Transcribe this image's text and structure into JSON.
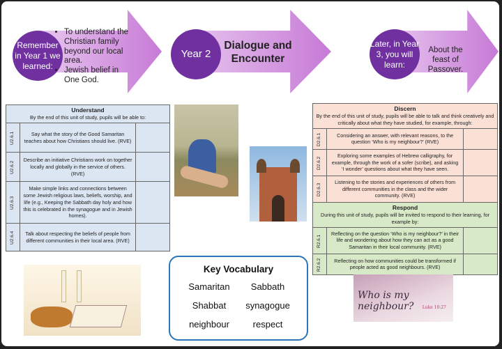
{
  "arrows": [
    {
      "circle": "Remember in Year 1 we learned:",
      "bullets": [
        "To understand the Christian family beyond our local area.",
        "Jewish belief in One God."
      ]
    },
    {
      "circle": "Year 2",
      "text": "Dialogue and Encounter"
    },
    {
      "circle": "Later, in Year 3, you will learn:",
      "text": "About the feast of Passover."
    }
  ],
  "understand": {
    "title": "Understand",
    "subtitle": "By the end of this unit of study, pupils will be able to:",
    "rows": [
      {
        "code": "U2.6.1",
        "text": "Say what the story of the Good Samaritan teaches about how Christians should live. (RVE)"
      },
      {
        "code": "U2.6.2",
        "text": "Describe an initiative Christians work on together locally and globally in the service of others. (RVE)"
      },
      {
        "code": "U2.6.3",
        "text": "Make simple links and connections between some Jewish religious laws, beliefs, worship, and life (e.g., Keeping the Sabbath day holy and how this is celebrated in the synagogue and in Jewish homes)."
      },
      {
        "code": "U2.6.4",
        "text": "Talk about respecting the beliefs of people from different communities in their local area. (RVE)"
      }
    ]
  },
  "discern": {
    "title": "Discern",
    "subtitle": "By the end of this unit of study, pupils will be able to talk and think creatively and critically about what they have studied, for example, through:",
    "rows": [
      {
        "code": "D2.6.1",
        "text": "Considering an answer, with relevant reasons, to the question ‘Who is my neighbour?’ (RVE)"
      },
      {
        "code": "D2.6.2",
        "text": "Exploring some examples of Hebrew calligraphy, for example, through the work of a sofer (scribe), and asking ‘I wonder’ questions about what they have seen."
      },
      {
        "code": "D2.6.3",
        "text": "Listening to the stories and experiences of others from different communities in the class and the wider community. (RVE)"
      }
    ]
  },
  "respond": {
    "title": "Respond",
    "subtitle": "During this unit of study, pupils will be invited to respond to their learning, for example by:",
    "rows": [
      {
        "code": "R2.6.1",
        "text": "Reflecting on the question ‘Who is my neighbour?’ in their life and wondering about how they can act as a good Samaritan in their local community. (RVE)"
      },
      {
        "code": "R2.6.2",
        "text": "Reflecting on how communities could be transformed if people acted as good neighbours. (RVE)"
      }
    ]
  },
  "vocab": {
    "title": "Key Vocabulary",
    "words": [
      "Samaritan",
      "Sabbath",
      "Shabbat",
      "synagogue",
      "neighbour",
      "respect"
    ]
  },
  "neighbour_image": {
    "text": "Who is my neighbour?",
    "ref": "Luke 10:27"
  },
  "colors": {
    "purple": "#7030a0",
    "understand": "#dce6f2",
    "discern": "#fbe0d6",
    "respond": "#d7e9c7",
    "vocab_border": "#2e75b6"
  }
}
